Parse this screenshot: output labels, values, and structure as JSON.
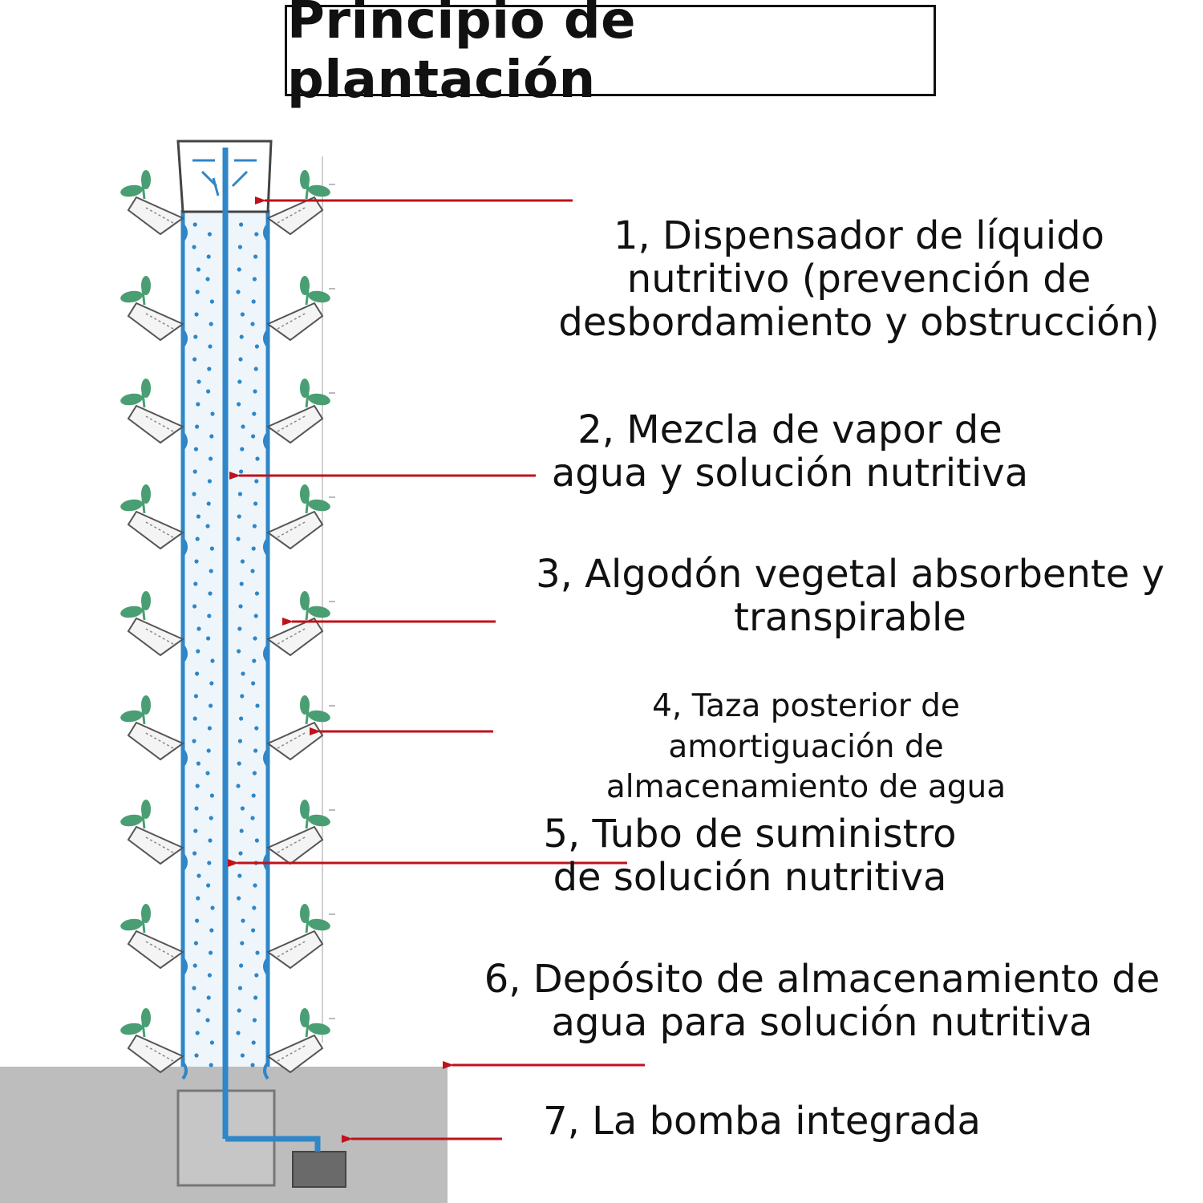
{
  "title": "Principio de plantación",
  "labels": [
    {
      "lines": [
        "1, Dispensador de líquido",
        "nutritivo (prevención de",
        "desbordamiento y obstrucción)"
      ]
    },
    {
      "lines": [
        "2, Mezcla de vapor de",
        "agua y solución nutritiva"
      ]
    },
    {
      "lines": [
        "3, Algodón vegetal absorbente y",
        "transpirable"
      ]
    },
    {
      "lines": [
        "4, Taza posterior de",
        "amortiguación de",
        "almacenamiento de agua"
      ]
    },
    {
      "lines": [
        "5, Tubo de suministro",
        "de solución nutritiva"
      ]
    },
    {
      "lines": [
        "6, Depósito de almacenamiento de",
        "agua para solución nutritiva"
      ]
    },
    {
      "lines": [
        "7, La bomba integrada"
      ]
    }
  ],
  "colors": {
    "arrow": "#c0121b",
    "pipe": "#2f86c8",
    "tower_fill": "#eef6fb",
    "leaf": "#4a9e73",
    "base": "#bdbdbd"
  }
}
